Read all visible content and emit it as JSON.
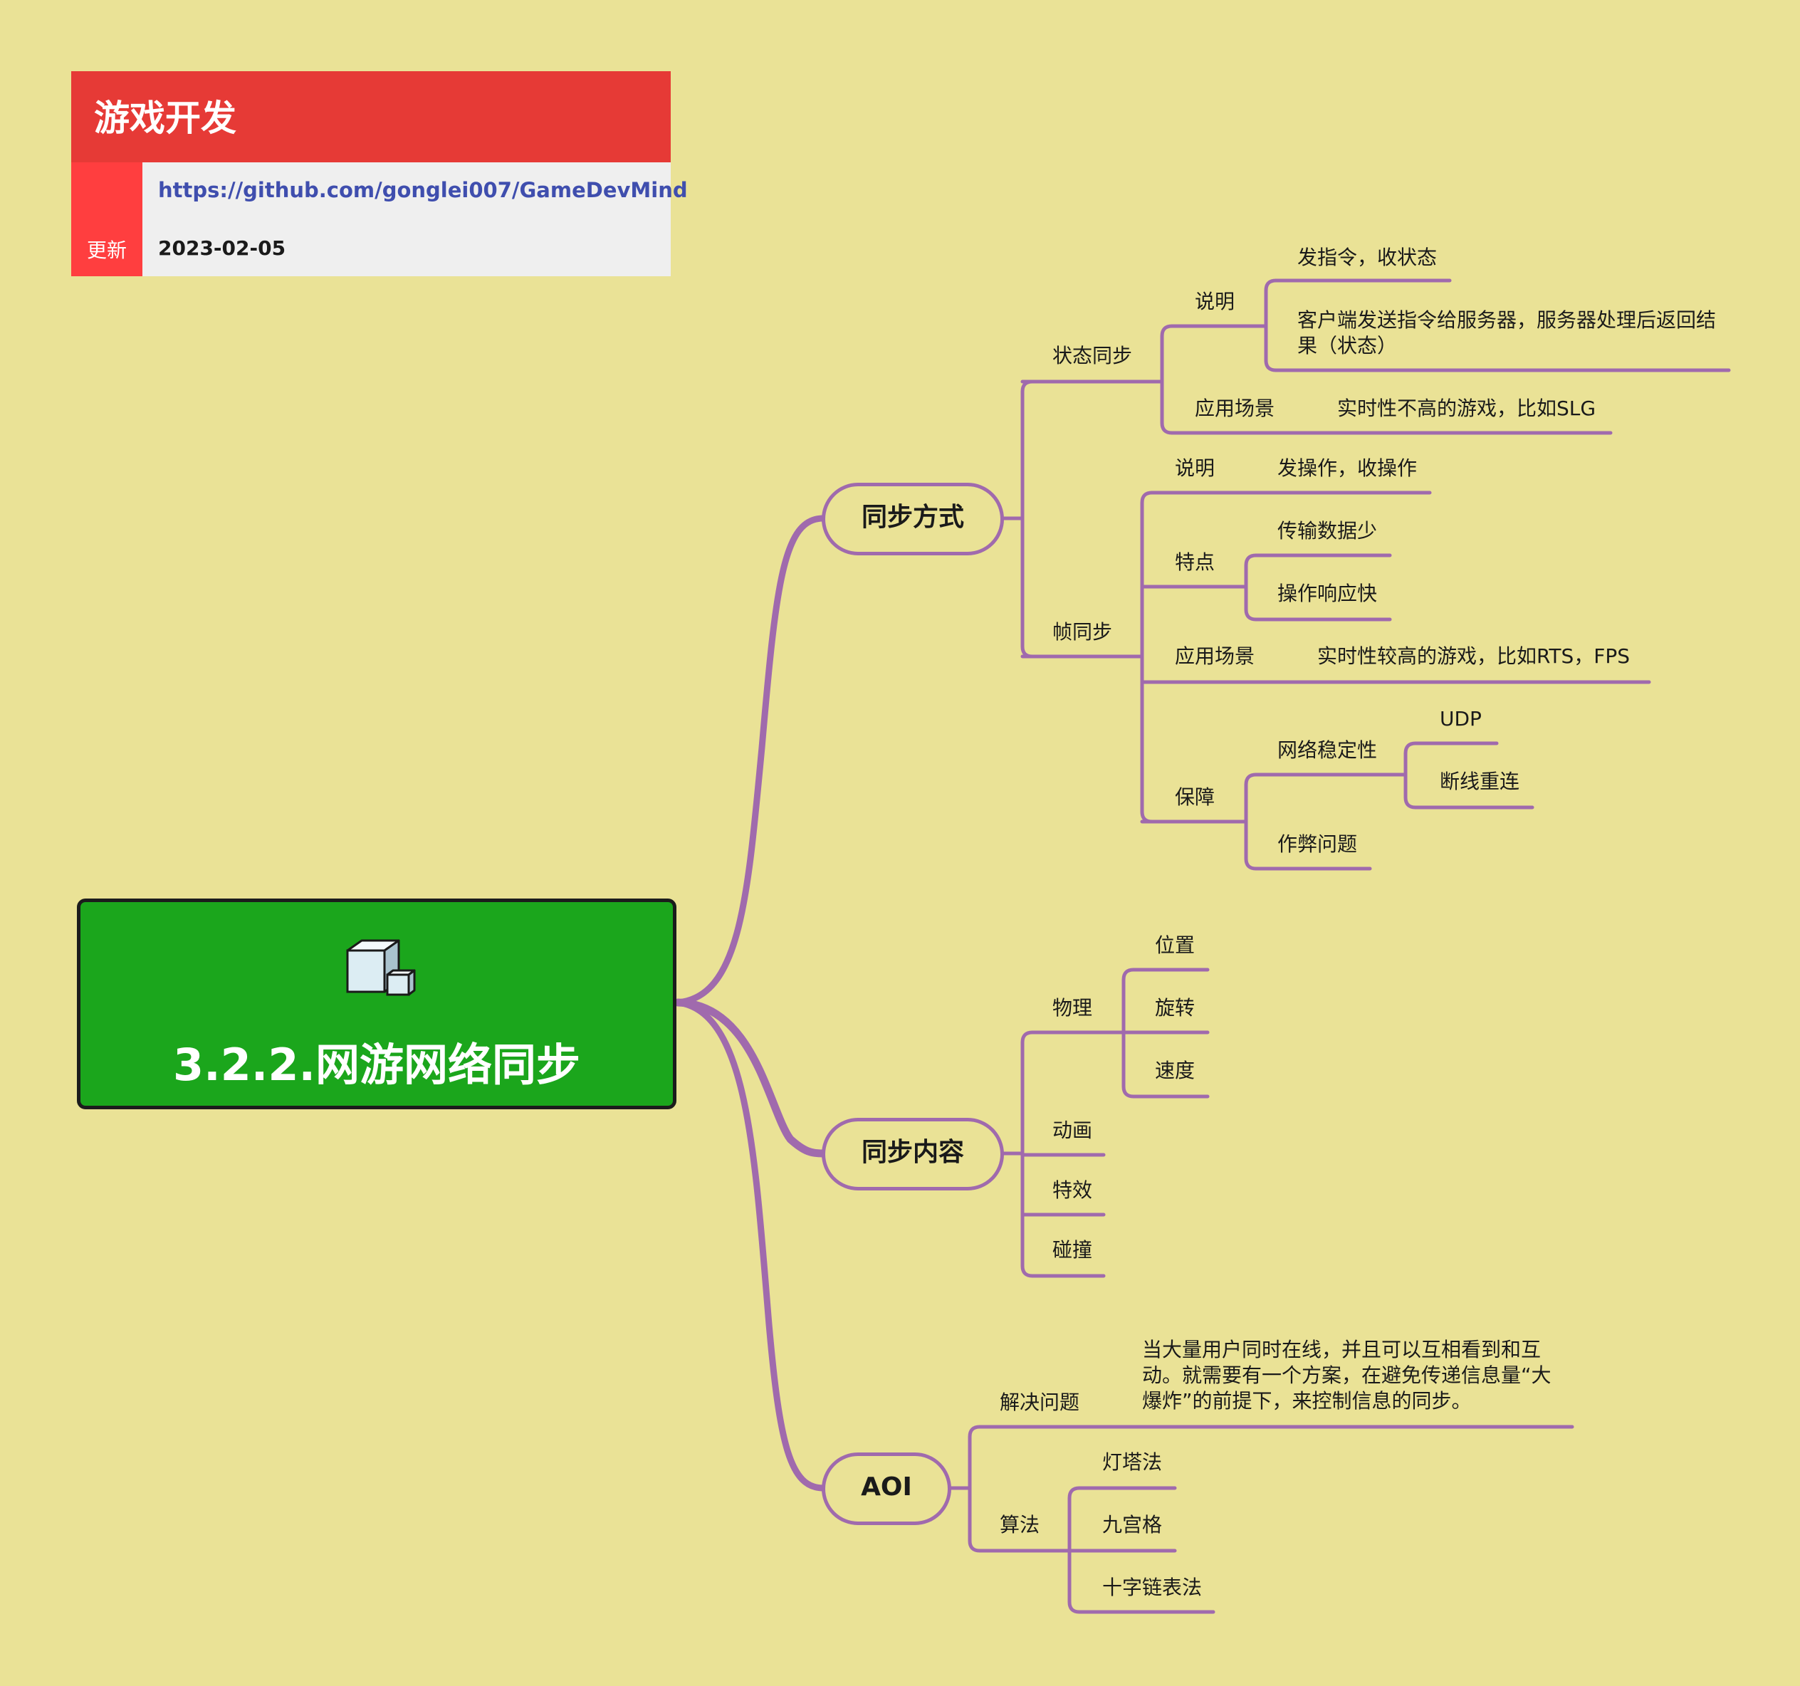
{
  "header": {
    "title": "游戏开发",
    "url": "https://github.com/gonglei007/GameDevMind",
    "update_label": "更新",
    "update_date": "2023-02-05"
  },
  "root": {
    "title": "3.2.2.网游网络同步",
    "icon": "cube-icon"
  },
  "colors": {
    "background": "#EAE296",
    "line": "#A06AAD",
    "root": "#1BA61C",
    "header": "#E63A36"
  },
  "branches": {
    "sync_method": {
      "label": "同步方式",
      "state_sync": {
        "label": "状态同步",
        "desc_label": "说明",
        "desc_1": "发指令，收状态",
        "desc_2": "客户端发送指令给服务器，服务器处理后返回结果（状态）",
        "scene_label": "应用场景",
        "scene": "实时性不高的游戏，比如SLG"
      },
      "frame_sync": {
        "label": "帧同步",
        "desc_label": "说明",
        "desc": "发操作，收操作",
        "feature_label": "特点",
        "feature_1": "传输数据少",
        "feature_2": "操作响应快",
        "scene_label": "应用场景",
        "scene": "实时性较高的游戏，比如RTS，FPS",
        "guarantee_label": "保障",
        "network_label": "网络稳定性",
        "network_1": "UDP",
        "network_2": "断线重连",
        "cheat": "作弊问题"
      }
    },
    "sync_content": {
      "label": "同步内容",
      "physics_label": "物理",
      "physics": [
        "位置",
        "旋转",
        "速度"
      ],
      "animation": "动画",
      "effects": "特效",
      "collision": "碰撞"
    },
    "aoi": {
      "label": "AOI",
      "problem_label": "解决问题",
      "problem": "当大量用户同时在线，并且可以互相看到和互动。就需要有一个方案，在避免传递信息量“大爆炸”的前提下，来控制信息的同步。",
      "algo_label": "算法",
      "algos": [
        "灯塔法",
        "九宫格",
        "十字链表法"
      ]
    }
  }
}
